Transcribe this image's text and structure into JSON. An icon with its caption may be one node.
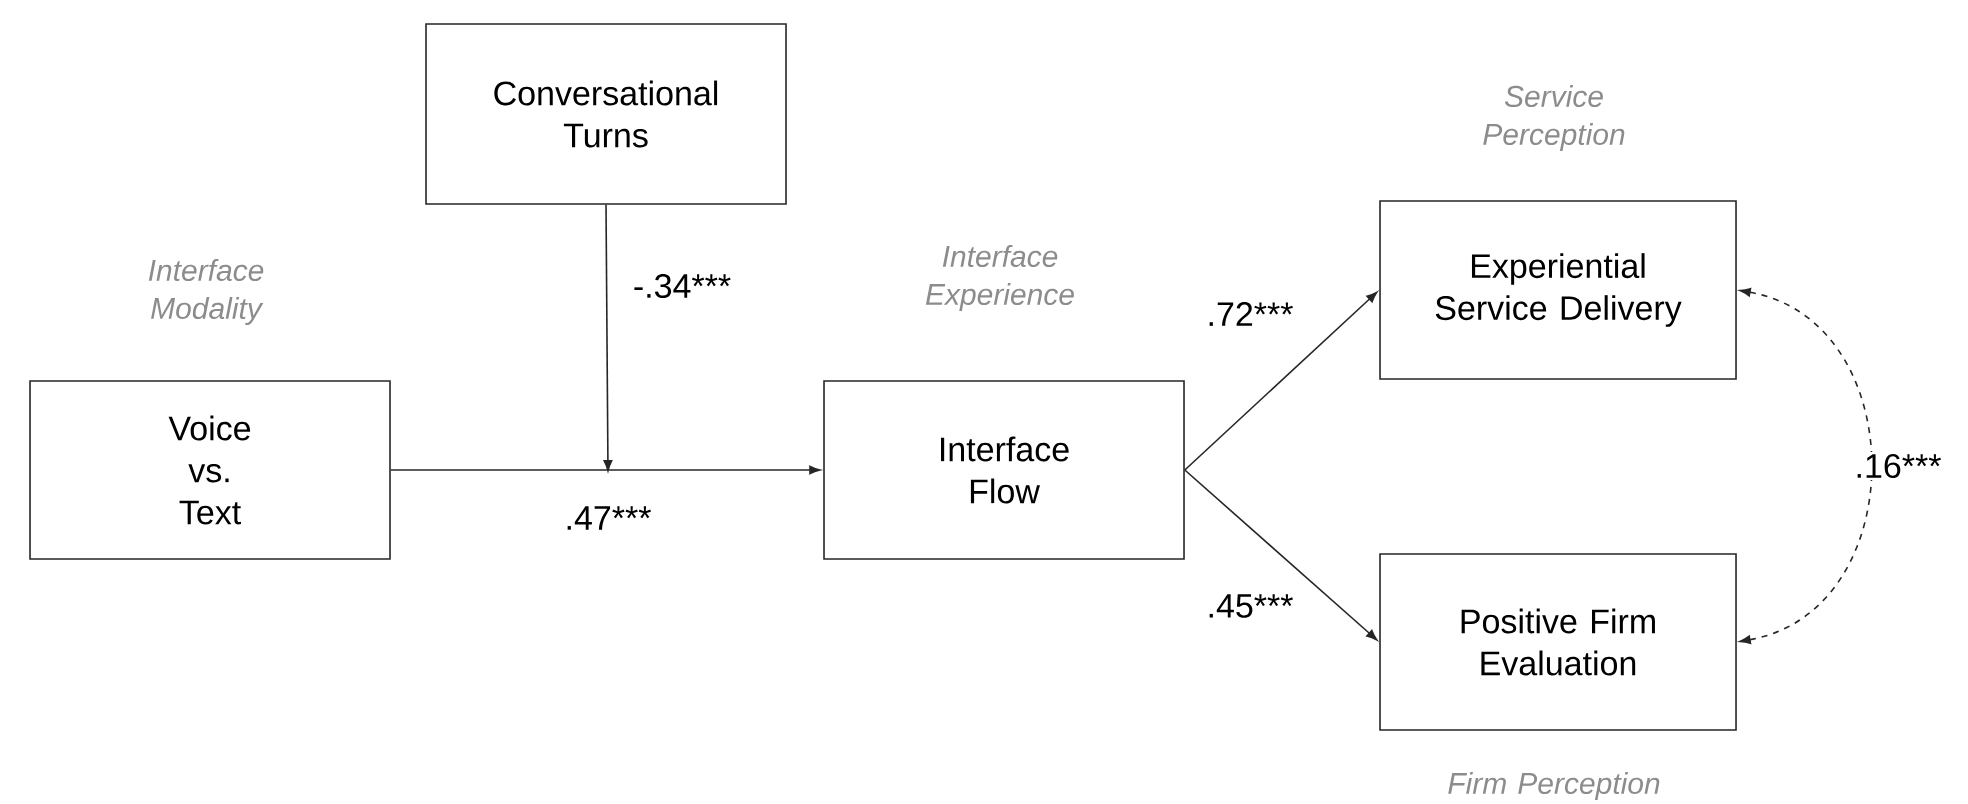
{
  "diagram": {
    "nodes": [
      {
        "text": [
          "Voice vs. Text"
        ],
        "beside": [
          "Interface Modality"
        ]
      },
      {
        "text": [
          "Conversational Turns"
        ]
      },
      {
        "text": [
          "Interface Flow"
        ],
        "beside": [
          "Interface Experience"
        ]
      },
      {
        "text": [
          "Experiential Service Delivery"
        ],
        "beside": [
          "Service Perception"
        ]
      },
      {
        "text": [
          "Positive Firm Evaluation"
        ],
        "beside": [
          "Firm Perception"
        ]
      }
    ],
    "edges": [
      {
        "from": 0,
        "to": 2,
        "arrow": "to",
        "label": ".47***"
      },
      {
        "from": 1,
        "to": null,
        "arrow": "to",
        "label": "-.34***"
      },
      {
        "from": 2,
        "to": 3,
        "arrow": "to",
        "label": ".72***"
      },
      {
        "from": 2,
        "to": 4,
        "arrow": "to",
        "label": ".45***"
      },
      {
        "from": 3,
        "to": 4,
        "arrow": "both",
        "label": ".16***",
        "style": "dashed"
      }
    ]
  }
}
